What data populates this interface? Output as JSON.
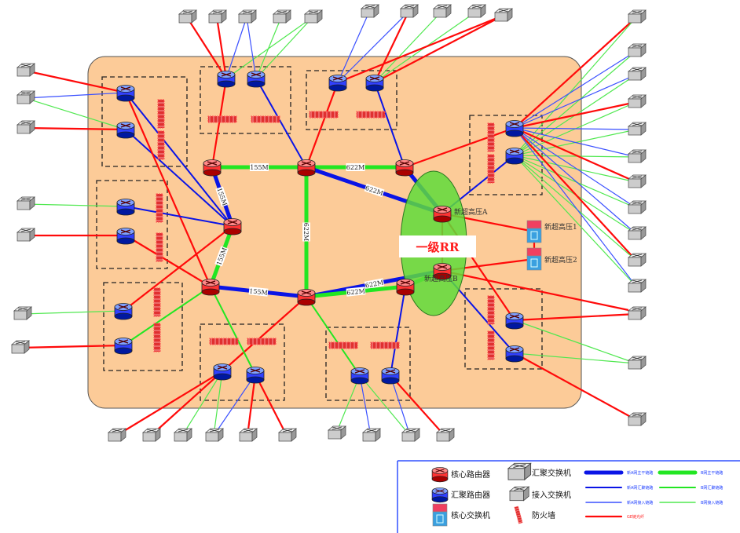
{
  "rr_label": "一级RR",
  "colors": {
    "background": "#fccb98",
    "ellipse": "#5fdc3a",
    "a_net": "#0a14e6",
    "b_net": "#22e622",
    "ge": "#ff0a0a",
    "rr_text": "#ff1a1a"
  },
  "nodes": [
    {
      "id": "C1",
      "type": "core-router"
    },
    {
      "id": "C2",
      "type": "core-router"
    },
    {
      "id": "C3",
      "type": "core-router"
    },
    {
      "id": "C4",
      "type": "core-router"
    },
    {
      "id": "C5",
      "type": "core-router"
    },
    {
      "id": "C6",
      "type": "core-router"
    },
    {
      "id": "C7",
      "type": "core-router"
    },
    {
      "id": "RA",
      "type": "core-router",
      "label": "新超高压A"
    },
    {
      "id": "RB",
      "type": "core-router",
      "label": "新超高压B"
    },
    {
      "id": "S1",
      "type": "core-switch",
      "label": "新超高压1"
    },
    {
      "id": "S2",
      "type": "core-switch",
      "label": "新超高压2"
    }
  ],
  "links": [
    {
      "from": "C1",
      "to": "C2",
      "type": "b-trunk",
      "label": "155M"
    },
    {
      "from": "C2",
      "to": "C3",
      "type": "b-trunk",
      "label": "622M"
    },
    {
      "from": "C1",
      "to": "C4",
      "type": "a-trunk",
      "label": "155M"
    },
    {
      "from": "C2",
      "to": "RA",
      "type": "a-trunk",
      "label": "622M"
    },
    {
      "from": "C3",
      "to": "RA",
      "type": "a-trunk",
      "label": ""
    },
    {
      "from": "C2",
      "to": "C6",
      "type": "b-trunk",
      "label": "622M"
    },
    {
      "from": "C4",
      "to": "C5",
      "type": "b-trunk",
      "label": "155M"
    },
    {
      "from": "C5",
      "to": "C6",
      "type": "a-trunk",
      "label": "155M"
    },
    {
      "from": "C6",
      "to": "RB",
      "type": "a-trunk",
      "label": "622M"
    },
    {
      "from": "C6",
      "to": "C7",
      "type": "b-trunk",
      "label": "622M"
    },
    {
      "from": "C7",
      "to": "RB",
      "type": "b-trunk",
      "label": ""
    }
  ],
  "legend": {
    "devices": [
      {
        "icon": "core-router",
        "label": "核心路由器"
      },
      {
        "icon": "agg-router",
        "label": "汇聚路由器"
      },
      {
        "icon": "core-switch",
        "label": "核心交换机"
      },
      {
        "icon": "agg-switch",
        "label": "汇聚交换机"
      },
      {
        "icon": "access-switch",
        "label": "接入交换机"
      },
      {
        "icon": "firewall",
        "label": "防火墙"
      }
    ],
    "lines": [
      {
        "type": "a-trunk",
        "label": "新A网主干链路"
      },
      {
        "type": "b-trunk",
        "label": "B网主干链路"
      },
      {
        "type": "a-agg",
        "label": "新A网汇聚链路"
      },
      {
        "type": "b-agg",
        "label": "B网汇聚链路"
      },
      {
        "type": "a-access",
        "label": "新A网接入链路"
      },
      {
        "type": "b-access",
        "label": "B网接入链路"
      },
      {
        "type": "ge",
        "label": "GE链光纤"
      }
    ]
  }
}
